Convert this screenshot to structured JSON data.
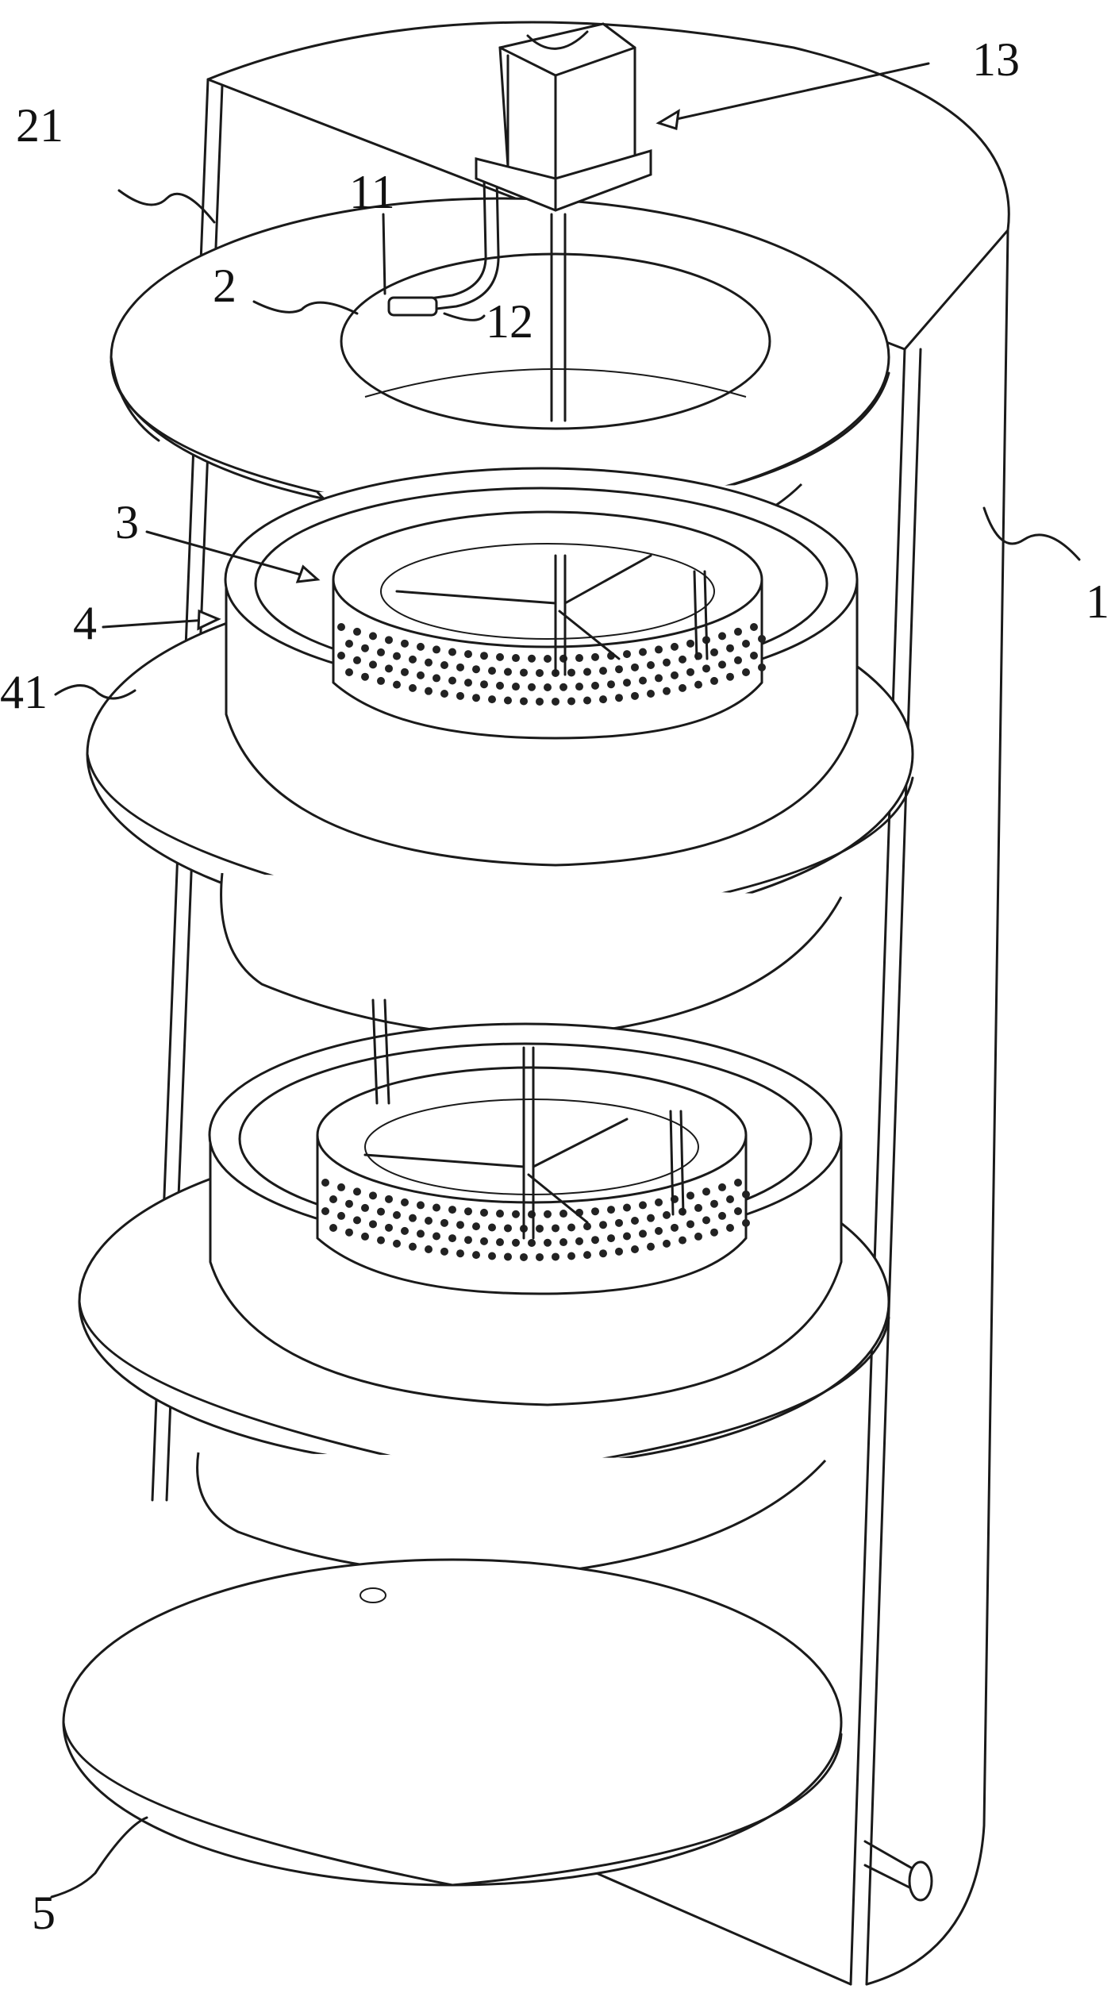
{
  "figure": {
    "labels": {
      "l13": "13",
      "l21": "21",
      "l11": "11",
      "l2": "2",
      "l12": "12",
      "l3": "3",
      "l4": "4",
      "l41": "41",
      "l1": "1",
      "l5": "5"
    },
    "colors": {
      "line": "#1a1a1a",
      "background": "#ffffff"
    }
  }
}
